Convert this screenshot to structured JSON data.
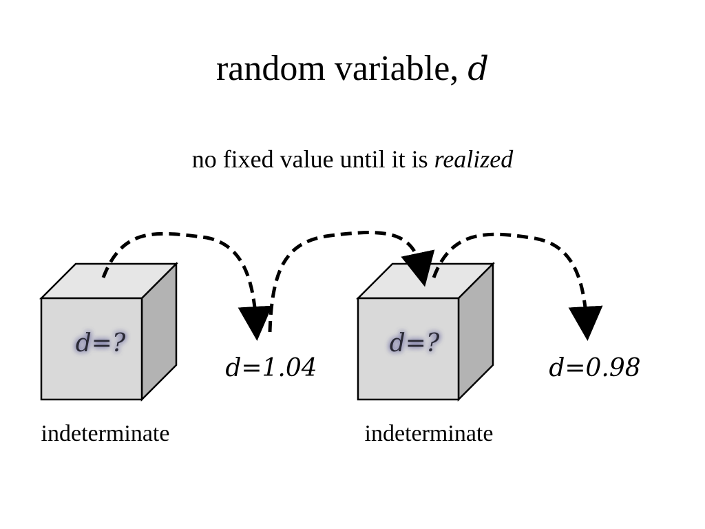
{
  "title": {
    "text": "random variable, ",
    "variable": "d"
  },
  "subtitle": {
    "text": "no fixed value until it is ",
    "emphasis": "realized"
  },
  "boxes": [
    {
      "label": "d=?",
      "caption": "indeterminate"
    },
    {
      "label": "d=?",
      "caption": "indeterminate"
    }
  ],
  "realizations": [
    {
      "value": "d=1.04"
    },
    {
      "value": "d=0.98"
    }
  ],
  "colors": {
    "cube_front": "#d9d9d9",
    "cube_top": "#e6e6e6",
    "cube_side": "#b3b3b3",
    "label_glow": "#6b6aa0",
    "arrow": "#000000"
  }
}
